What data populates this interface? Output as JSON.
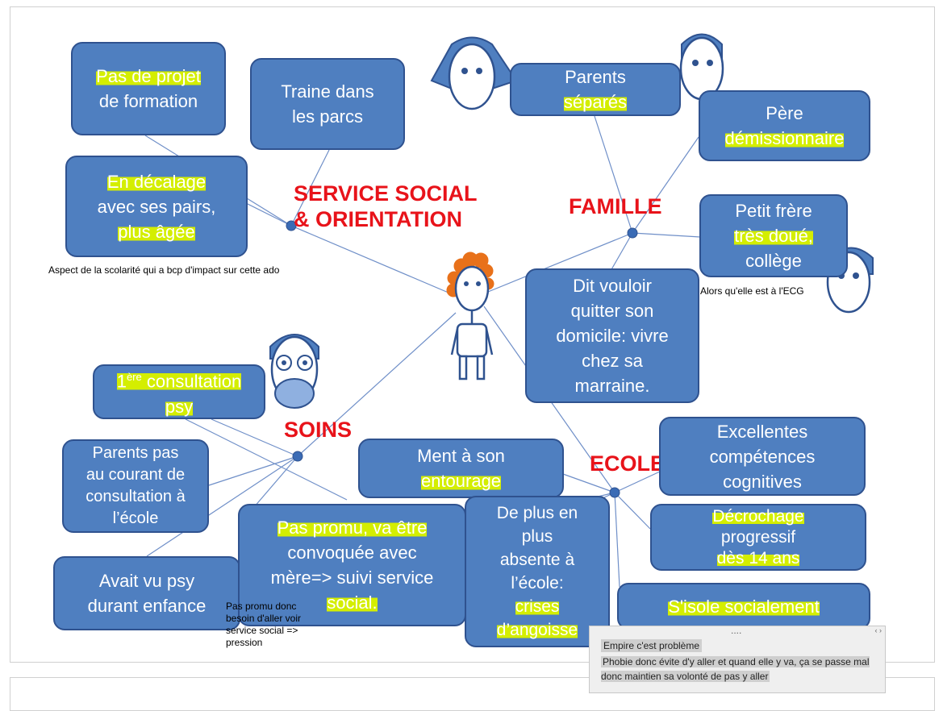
{
  "titles": {
    "service": [
      "SERVICE SOCIAL",
      "& ORIENTATION"
    ],
    "famille": "FAMILLE",
    "soins": "SOINS",
    "ecole": "ECOLE"
  },
  "boxes": {
    "projet": [
      "Pas de projet",
      "de formation"
    ],
    "traine": [
      "Traine dans",
      "les parcs"
    ],
    "decalage": [
      "En décalage",
      "avec ses pairs,",
      "plus âgée"
    ],
    "parents": [
      "Parents",
      "séparés"
    ],
    "pere": [
      "Père",
      "démissionnaire"
    ],
    "frere": [
      "Petit frère",
      "très doué,",
      "collège"
    ],
    "quitter": [
      "Dit vouloir",
      "quitter son",
      "domicile: vivre",
      "chez sa",
      "marraine."
    ],
    "consultation_sup": "ère",
    "consultation": [
      "1",
      " consultation",
      "psy"
    ],
    "parents_pas": [
      "Parents pas",
      "au courant de",
      "consultation à",
      "l’école"
    ],
    "avait_vu": [
      "Avait vu psy",
      "durant enfance"
    ],
    "pas_promu": [
      "Pas promu, va être",
      "convoquée avec",
      "mère=> suivi service",
      "social."
    ],
    "ment": [
      "Ment à son",
      "entourage"
    ],
    "excellentes": [
      "Excellentes",
      "compétences",
      "cognitives"
    ],
    "decrochage": [
      "Décrochage",
      "progressif",
      "dès 14 ans"
    ],
    "absente": [
      "De plus en",
      "plus",
      "absente à",
      "l’école:",
      "crises",
      "d’angoisse"
    ],
    "isole": [
      "S'isole socialement"
    ]
  },
  "notes": {
    "aspect": "Aspect de la scolarité qui a bcp d'impact sur cette ado",
    "ecg": "Alors qu'elle est à l'ECG",
    "promu": [
      "Pas promu donc",
      "besoin d'aller voir",
      "service social =>",
      "pression"
    ]
  },
  "comment": {
    "grip": "....",
    "arrows": "‹ ›",
    "line1": "Empire c'est problème",
    "line2": "Phobie donc évite d'y aller et quand elle y va, ça se passe mal donc maintien sa volonté de pas y aller"
  },
  "colors": {
    "box_fill": "#4f7fc0",
    "box_border": "#2f528f",
    "highlight": "#d4ee00",
    "title_red": "#e8131a",
    "line": "#6f8fc8",
    "hair_orange": "#e8711a"
  }
}
